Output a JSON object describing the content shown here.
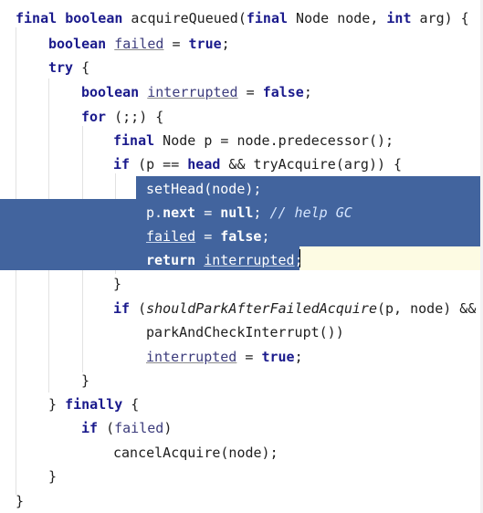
{
  "editor": {
    "language": "java",
    "lines": [
      {
        "tokens": [
          "final",
          " ",
          "boolean",
          " acquireQueued(",
          "final",
          " Node node, ",
          "int",
          " arg) {"
        ]
      },
      {
        "tokens": [
          "boolean",
          " ",
          "failed",
          " = ",
          "true",
          ";"
        ]
      },
      {
        "tokens": [
          "try",
          " {"
        ]
      },
      {
        "tokens": [
          "boolean",
          " ",
          "interrupted",
          " = ",
          "false",
          ";"
        ]
      },
      {
        "tokens": [
          "for",
          " (;;) {"
        ]
      },
      {
        "tokens": [
          "final",
          " Node p = node.predecessor();"
        ]
      },
      {
        "tokens": [
          "if",
          " (p == ",
          "head",
          " && tryAcquire(arg)) {"
        ]
      },
      {
        "tokens": [
          "setHead(node);"
        ]
      },
      {
        "tokens": [
          "p.",
          "next",
          " = ",
          "null",
          "; ",
          "// help GC"
        ]
      },
      {
        "tokens": [
          "failed",
          " = ",
          "false",
          ";"
        ]
      },
      {
        "tokens": [
          "return",
          " ",
          "interrupted",
          ";"
        ]
      },
      {
        "tokens": [
          "}"
        ]
      },
      {
        "tokens": [
          "if",
          " (",
          "shouldParkAfterFailedAcquire",
          "(p, node) &&"
        ]
      },
      {
        "tokens": [
          "parkAndCheckInterrupt())"
        ]
      },
      {
        "tokens": [
          "interrupted",
          " = ",
          "true",
          ";"
        ]
      },
      {
        "tokens": [
          "}"
        ]
      },
      {
        "tokens": [
          "}",
          " ",
          "finally",
          " {"
        ]
      },
      {
        "tokens": [
          "if",
          " (",
          "failed",
          ")"
        ]
      },
      {
        "tokens": [
          "cancelAcquire(node);"
        ]
      },
      {
        "tokens": [
          "}"
        ]
      },
      {
        "tokens": [
          "}"
        ]
      }
    ]
  },
  "colors": {
    "background": "#ffffff",
    "keyword": "#1a1a8c",
    "selection": "#42649e",
    "caret_line": "#fdfbe3",
    "comment": "#3a8a3a"
  }
}
